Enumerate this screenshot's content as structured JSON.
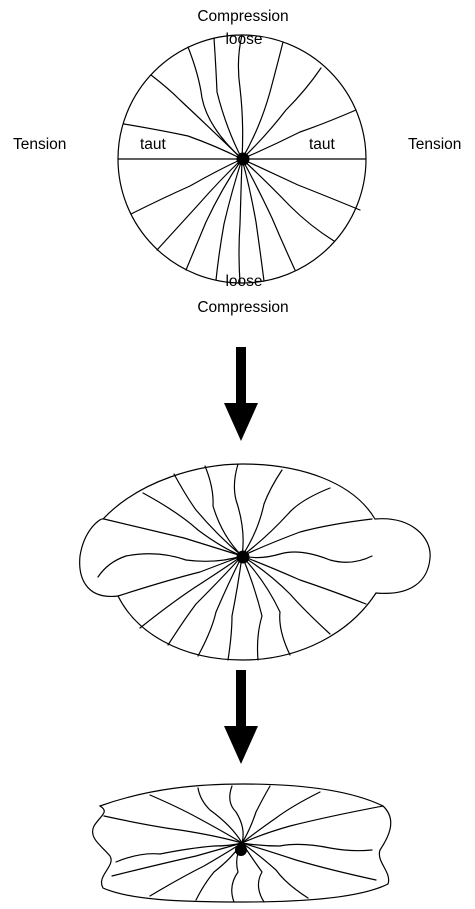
{
  "stage1": {
    "top_force": "Compression",
    "top_state": "loose",
    "left_force": "Tension",
    "left_state": "taut",
    "right_state": "taut",
    "right_force": "Tension",
    "bottom_state": "loose",
    "bottom_force": "Compression"
  },
  "stroke_color": "#000000",
  "background_color": "#ffffff"
}
